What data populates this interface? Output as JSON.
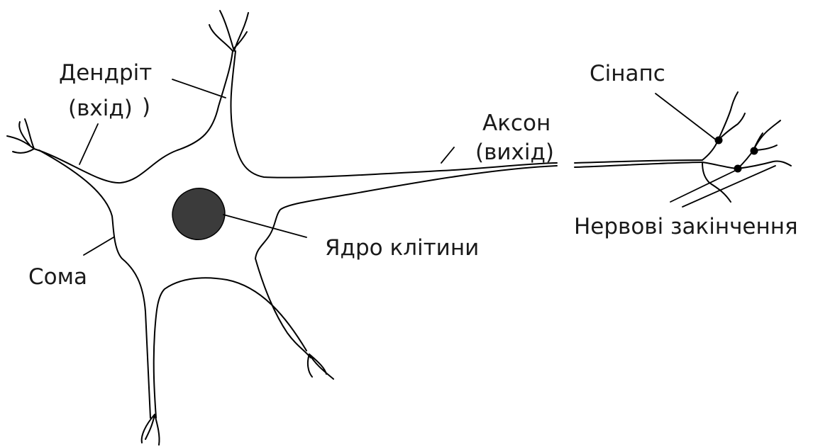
{
  "diagram": {
    "labels": {
      "dendrite": "Дендріт",
      "dendrite_sub": "(вхід)",
      "dendrite_stray": ")",
      "soma": "Сома",
      "nucleus": "Ядро клітини",
      "axon": "Аксон",
      "axon_sub": "(вихід)",
      "synapse": "Сінапс",
      "nerve_endings": "Нервові закінчення"
    }
  },
  "colors": {
    "line": "#000000",
    "nucleus": "#3b3b3b",
    "synapse_dot": "#000000",
    "text": "#1a1a1a",
    "background": "#ffffff"
  }
}
